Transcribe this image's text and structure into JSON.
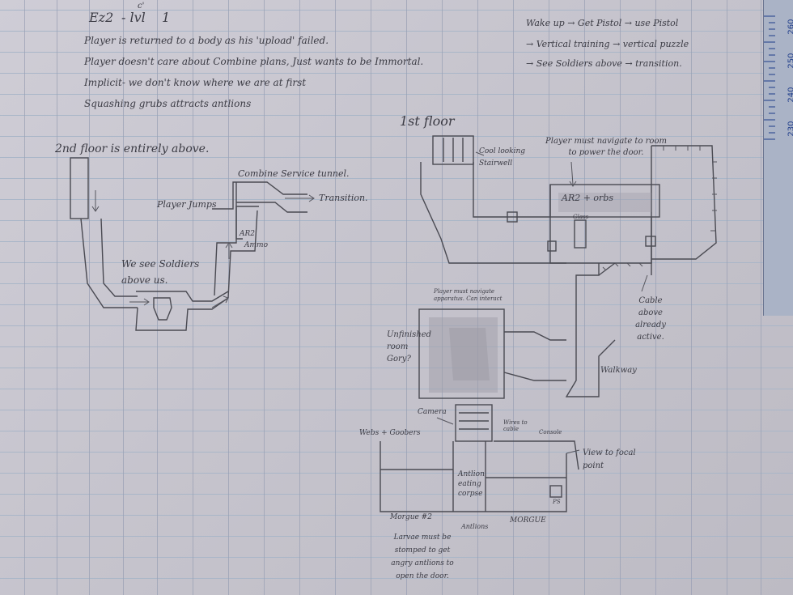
{
  "header": {
    "title": "Ez2",
    "title_rest": "- lvl",
    "superscript": "c'",
    "number": "1"
  },
  "notes": [
    "Player is returned to a body as his 'upload' failed.",
    "Player doesn't care about Combine plans, Just wants to be Immortal.",
    "Implicit- we don't know where we are at first",
    "Squashing grubs attracts antlions"
  ],
  "flow": [
    "Wake up → Get Pistol → use Pistol",
    "→ Vertical training → vertical puzzle",
    "→ See Soldiers above → transition."
  ],
  "floor2": {
    "heading": "2nd floor is entirely above.",
    "service_tunnel": "Combine Service tunnel.",
    "transition": "Transition.",
    "player_jumps": "Player Jumps",
    "ar2": "AR2",
    "ammo": "Ammo",
    "soldiers": "We see Soldiers above us."
  },
  "floor1": {
    "heading": "1st floor",
    "stairwell": "Cool looking Stairwell",
    "navigate_room": "Player must navigate to room to power the door.",
    "ar2_orbs": "AR2 + orbs",
    "glass": "Glass",
    "cable": "Cable above already active.",
    "walkway": "Walkway",
    "navigate_cabinet": "Player must navigate apparatus. Can interact",
    "unfinished": "Unfinished room Gory?",
    "camera": "Camera",
    "webs": "Webs + Goobers",
    "wires": "Wires to cable",
    "console": "Console",
    "view": "View to focal point",
    "antlion": "Antlion eating corpse",
    "morgue2": "Morgue #2",
    "morgue": "MORGUE",
    "antlions": "Antlions",
    "larvae": "Larvae must be stomped to get angry antlions to open the door.",
    "ps": "PS"
  },
  "ruler": {
    "labels": [
      "260",
      "250",
      "240",
      "230"
    ]
  },
  "colors": {
    "ink": "#3b3b44",
    "paper": "#c9c7d0",
    "ruler": "#aab3c6",
    "ruler_ink": "#1f3d8a"
  }
}
